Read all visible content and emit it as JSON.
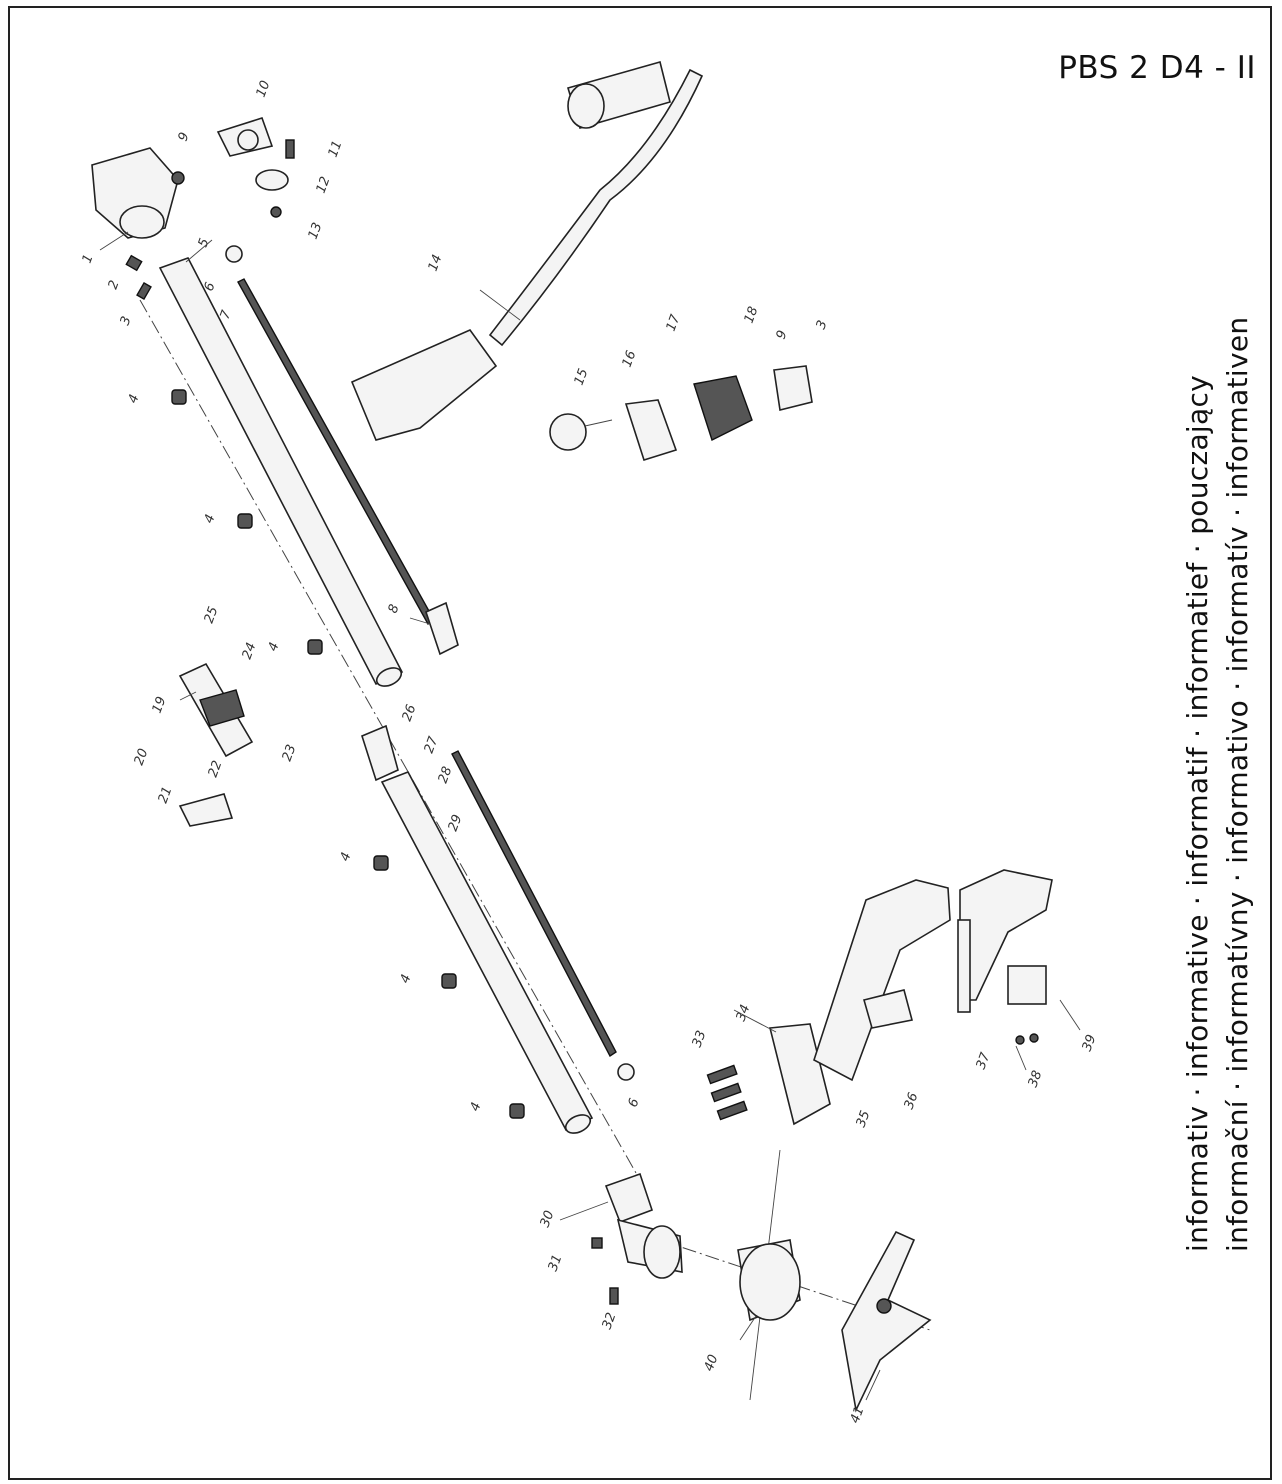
{
  "header": {
    "model": "PBS 2 D4 - II"
  },
  "legal": {
    "line1": "informativ · informative · informatif · informatief · pouczający",
    "line2": "informační · informatívny · informativo · informatív · informativen"
  },
  "part_labels": [
    "1",
    "2",
    "3",
    "4",
    "5",
    "6",
    "7",
    "8",
    "9",
    "10",
    "11",
    "12",
    "13",
    "14",
    "15",
    "16",
    "17",
    "18",
    "19",
    "20",
    "21",
    "22",
    "23",
    "24",
    "25",
    "26",
    "27",
    "28",
    "29",
    "30",
    "31",
    "32",
    "33",
    "34",
    "35",
    "36",
    "37",
    "38",
    "39",
    "40",
    "41"
  ]
}
